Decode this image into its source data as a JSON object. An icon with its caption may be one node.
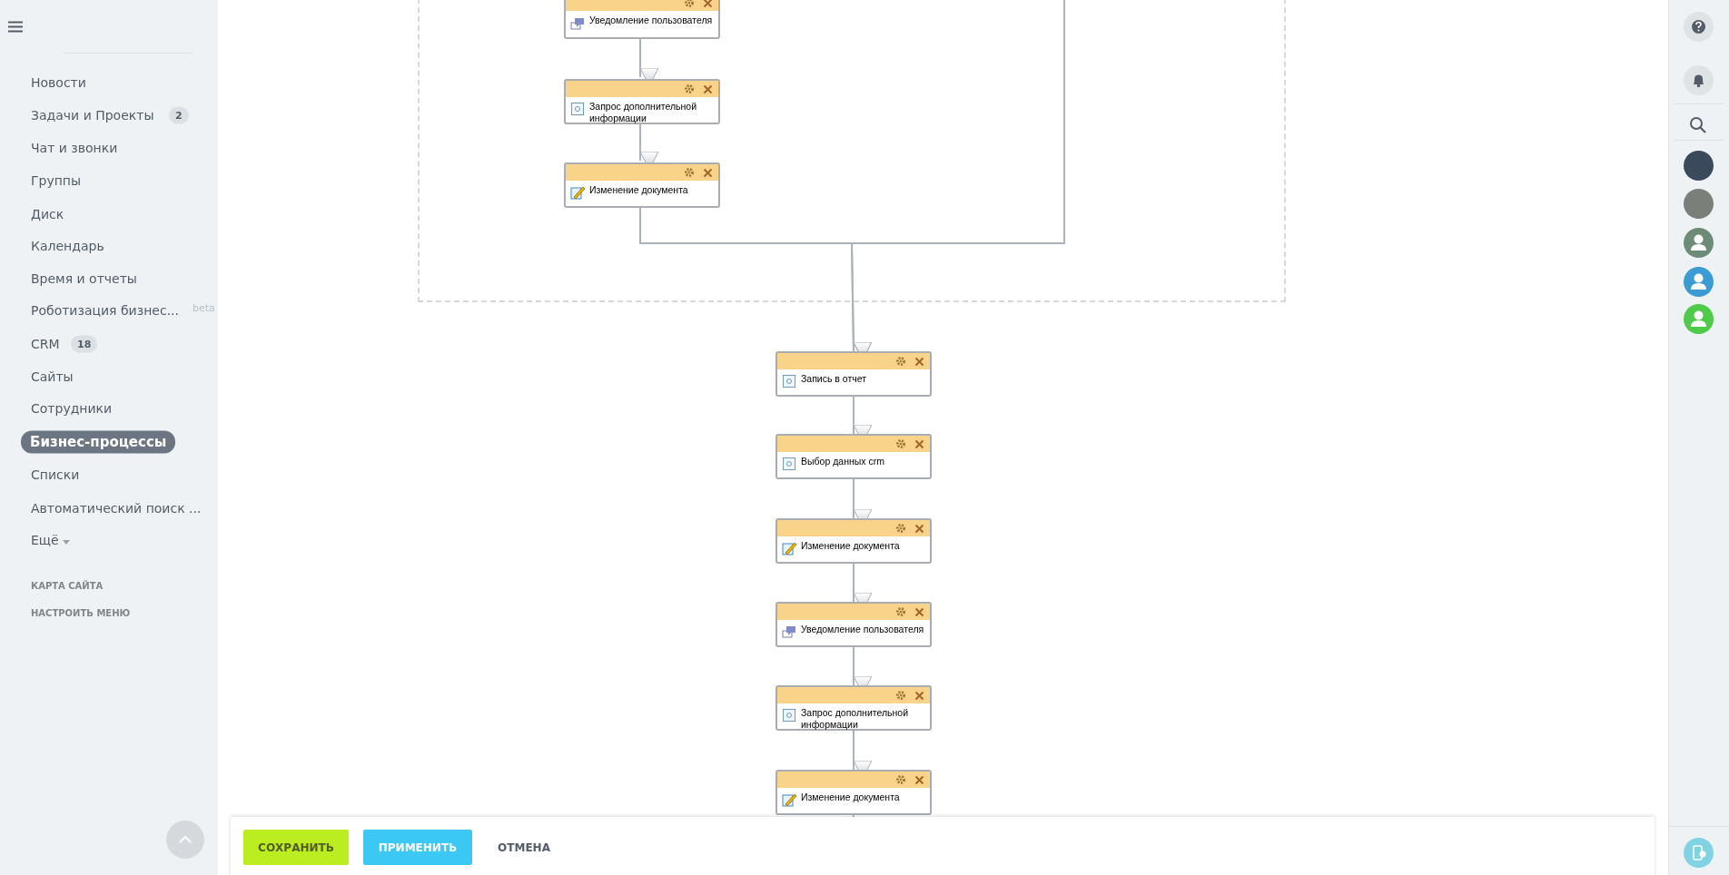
{
  "diagram": {
    "nodes": [
      {
        "text": [],
        "shape": "box"
      },
      {
        "text": [
          "Уведомление пользователя"
        ],
        "in": 0
      },
      {
        "text": [
          "Запрос дополнительной информации"
        ],
        "in": 0
      },
      {
        "text": [
          "Изменение документа"
        ],
        "in": 0
      },
      {
        "text": [
          "Запись в отчет"
        ]
      },
      {
        "text": [
          "Выбор данных crm"
        ]
      },
      {
        "text": [
          "Изменение документа"
        ]
      },
      {
        "text": [
          "Уведомление пользователя"
        ]
      },
      {
        "text": [
          "Запрос дополнительной информации"
        ]
      },
      {
        "text": [
          "Изменение документа"
        ]
      }
    ],
    "edges": [
      {
        "from": 1,
        "to": 2,
        "arrow": "to"
      },
      {
        "from": 2,
        "to": 3,
        "arrow": "to"
      },
      {
        "from": 3,
        "to": 4,
        "arrow": "to"
      },
      {
        "from": 0,
        "to": 4,
        "arrow": "to"
      },
      {
        "from": 4,
        "to": 5,
        "arrow": "to"
      },
      {
        "from": 5,
        "to": 6,
        "arrow": "to"
      },
      {
        "from": 6,
        "to": 7,
        "arrow": "to"
      },
      {
        "from": 7,
        "to": 8,
        "arrow": "to"
      },
      {
        "from": 8,
        "to": 9,
        "arrow": "to"
      },
      {
        "from": 9,
        "to": null,
        "arrow": "none"
      }
    ],
    "labels": [
      "Новости",
      "Задачи и Проекты",
      "2",
      "Чат и звонки",
      "Группы",
      "Диск",
      "Календарь",
      "Время и отчеты",
      "Роботизация бизнес...",
      "beta",
      "CRM",
      "18",
      "Сайты",
      "Сотрудники",
      "Бизнес-процессы",
      "Списки",
      "Автоматический поиск ...",
      "Ещё",
      "КАРТА САЙТА",
      "НАСТРОИТЬ МЕНЮ",
      "СОХРАНИТЬ",
      "ПРИМЕНИТЬ",
      "ОТМЕНА"
    ]
  }
}
